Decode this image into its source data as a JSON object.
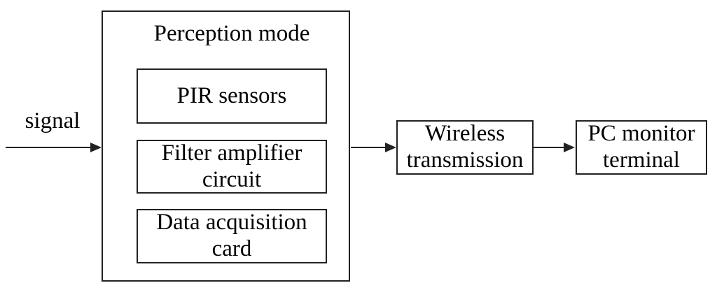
{
  "diagram": {
    "signal_label": "signal",
    "perception_module": {
      "title": "Perception mode",
      "components": [
        "PIR sensors",
        "Filter amplifier circuit",
        "Data acquisition card"
      ]
    },
    "nodes": {
      "wireless": "Wireless transmission",
      "pc": "PC monitor terminal"
    },
    "colors": {
      "line": "#222222",
      "background": "#ffffff",
      "text": "#000000"
    }
  }
}
